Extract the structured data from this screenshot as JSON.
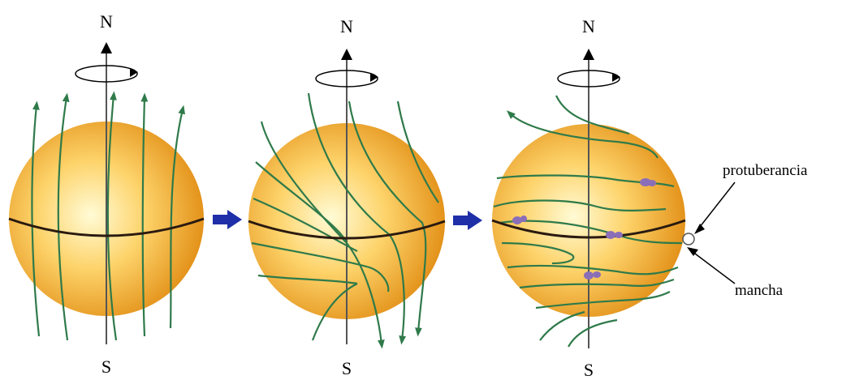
{
  "panels": [
    {
      "north": "N",
      "south": "S"
    },
    {
      "north": "N",
      "south": "S"
    },
    {
      "north": "N",
      "south": "S"
    }
  ],
  "annotations": {
    "prominence": "protuberancia",
    "sunspot": "mancha"
  },
  "colors": {
    "sphere_highlight": "#fffbd6",
    "sphere_mid": "#fdd36a",
    "sphere_edge": "#e08a10",
    "field_line": "#2f7a4a",
    "equator": "#2a1a10",
    "transition_arrow": "#1f2fa8",
    "spot": "#8a6fb8"
  },
  "icons": [
    "rotation-arrow-icon",
    "transition-arrow-icon"
  ]
}
